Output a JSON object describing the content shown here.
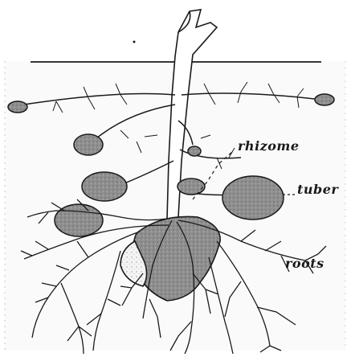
{
  "diagram": {
    "labels": {
      "rhizome": "rhizome",
      "tuber": "tuber",
      "roots": "roots"
    },
    "colors": {
      "ink": "#1a1a1a",
      "tuber_fill": "#9a9a9a",
      "soil": "#fafafa",
      "paper": "#ffffff"
    }
  }
}
